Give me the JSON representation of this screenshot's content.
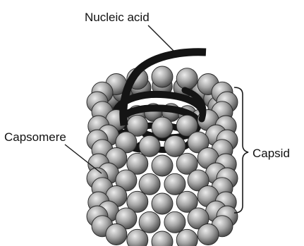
{
  "labels": {
    "nucleic_acid": "Nucleic acid",
    "capsomere": "Capsomere",
    "capsid": "Capsid"
  },
  "colors": {
    "capsomere_fill": "#9a9a9a",
    "capsomere_dark": "#4a4a4a",
    "capsomere_light": "#e4e4e4",
    "nucleic_acid": "#141414",
    "line": "#1a1a1a"
  }
}
